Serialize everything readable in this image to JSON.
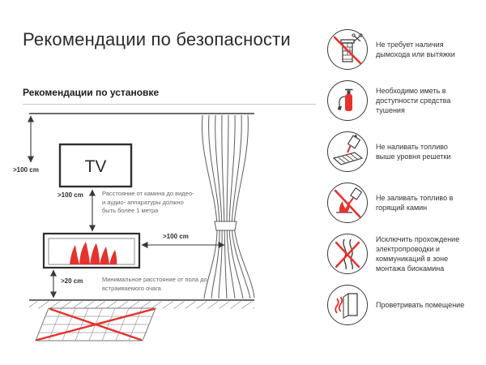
{
  "title": "Рекомендации по безопасности",
  "section": {
    "subtitle": "Рекомендации по установке"
  },
  "colors": {
    "accent_red": "#e5322d",
    "line": "#3a3a3a"
  },
  "diagram": {
    "tv_label": "TV",
    "dim_ceiling_to_tv": ">100 cm",
    "dim_tv_to_fireplace": ">100 cm",
    "dim_fireplace_to_curtain": ">100 cm",
    "dim_fireplace_to_floor": ">20 cm",
    "note_tv_distance": "Расстояние от камина до видео- и аудио- аппаратуры должно быть более 1 метра",
    "note_floor_distance": "Минимальное расстояние от пола до встраиваемого очага"
  },
  "safety_items": [
    {
      "icon": "no-chimney-icon",
      "text": "Не требует наличия дымохода или вытяжки"
    },
    {
      "icon": "extinguisher-icon",
      "text": "Необходимо иметь в доступности средства тушения"
    },
    {
      "icon": "fuel-level-icon",
      "text": "Не наливать топливо выше уровня решетки"
    },
    {
      "icon": "no-refill-burning-icon",
      "text": "Не заливать топливо в горящий камин"
    },
    {
      "icon": "no-wiring-icon",
      "text": "Исключить прохождение электропроводки и коммуникаций в зоне монтажа биокамина"
    },
    {
      "icon": "ventilation-icon",
      "text": "Проветривать помещение"
    }
  ]
}
